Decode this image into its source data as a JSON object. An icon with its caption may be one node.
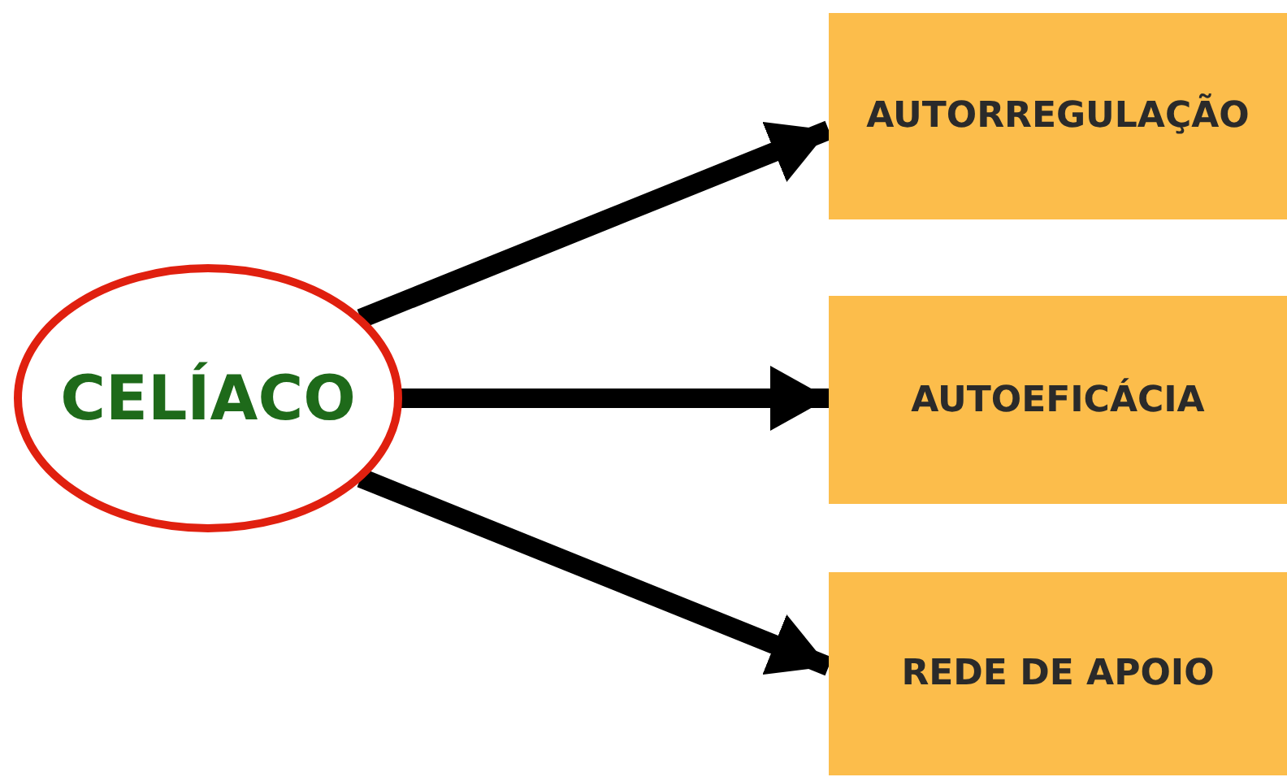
{
  "diagram": {
    "nodes": [
      {
        "text": [
          "CELÍACO"
        ]
      },
      {
        "text": [
          "AUTORREGULAÇÃO"
        ]
      },
      {
        "text": [
          "AUTOEFICÁCIA"
        ]
      },
      {
        "text": [
          "REDE DE APOIO"
        ]
      }
    ],
    "edges": [
      {
        "from": 0,
        "to": 1,
        "arrow": "to"
      },
      {
        "from": 0,
        "to": 2,
        "arrow": "to"
      },
      {
        "from": 0,
        "to": 3,
        "arrow": "to"
      }
    ]
  }
}
